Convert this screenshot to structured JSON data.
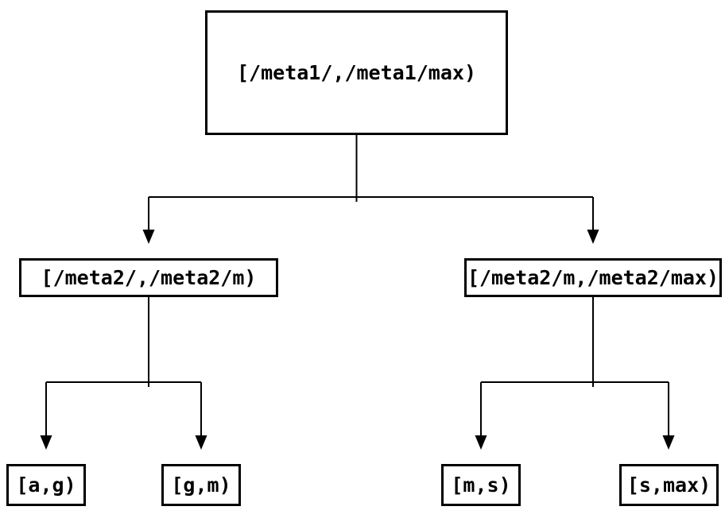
{
  "diagram": {
    "background_color": "#ffffff",
    "line_color": "#000000",
    "box_border_color": "#000000",
    "text_color": "#000000",
    "tree": {
      "root": {
        "label": "[/meta1/,/meta1/max)",
        "children": [
          {
            "label": "[/meta2/,/meta2/m)",
            "children": [
              {
                "label": "[a,g)"
              },
              {
                "label": "[g,m)"
              }
            ]
          },
          {
            "label": "[/meta2/m,/meta2/max)",
            "children": [
              {
                "label": "[m,s)"
              },
              {
                "label": "[s,max)"
              }
            ]
          }
        ]
      }
    }
  }
}
